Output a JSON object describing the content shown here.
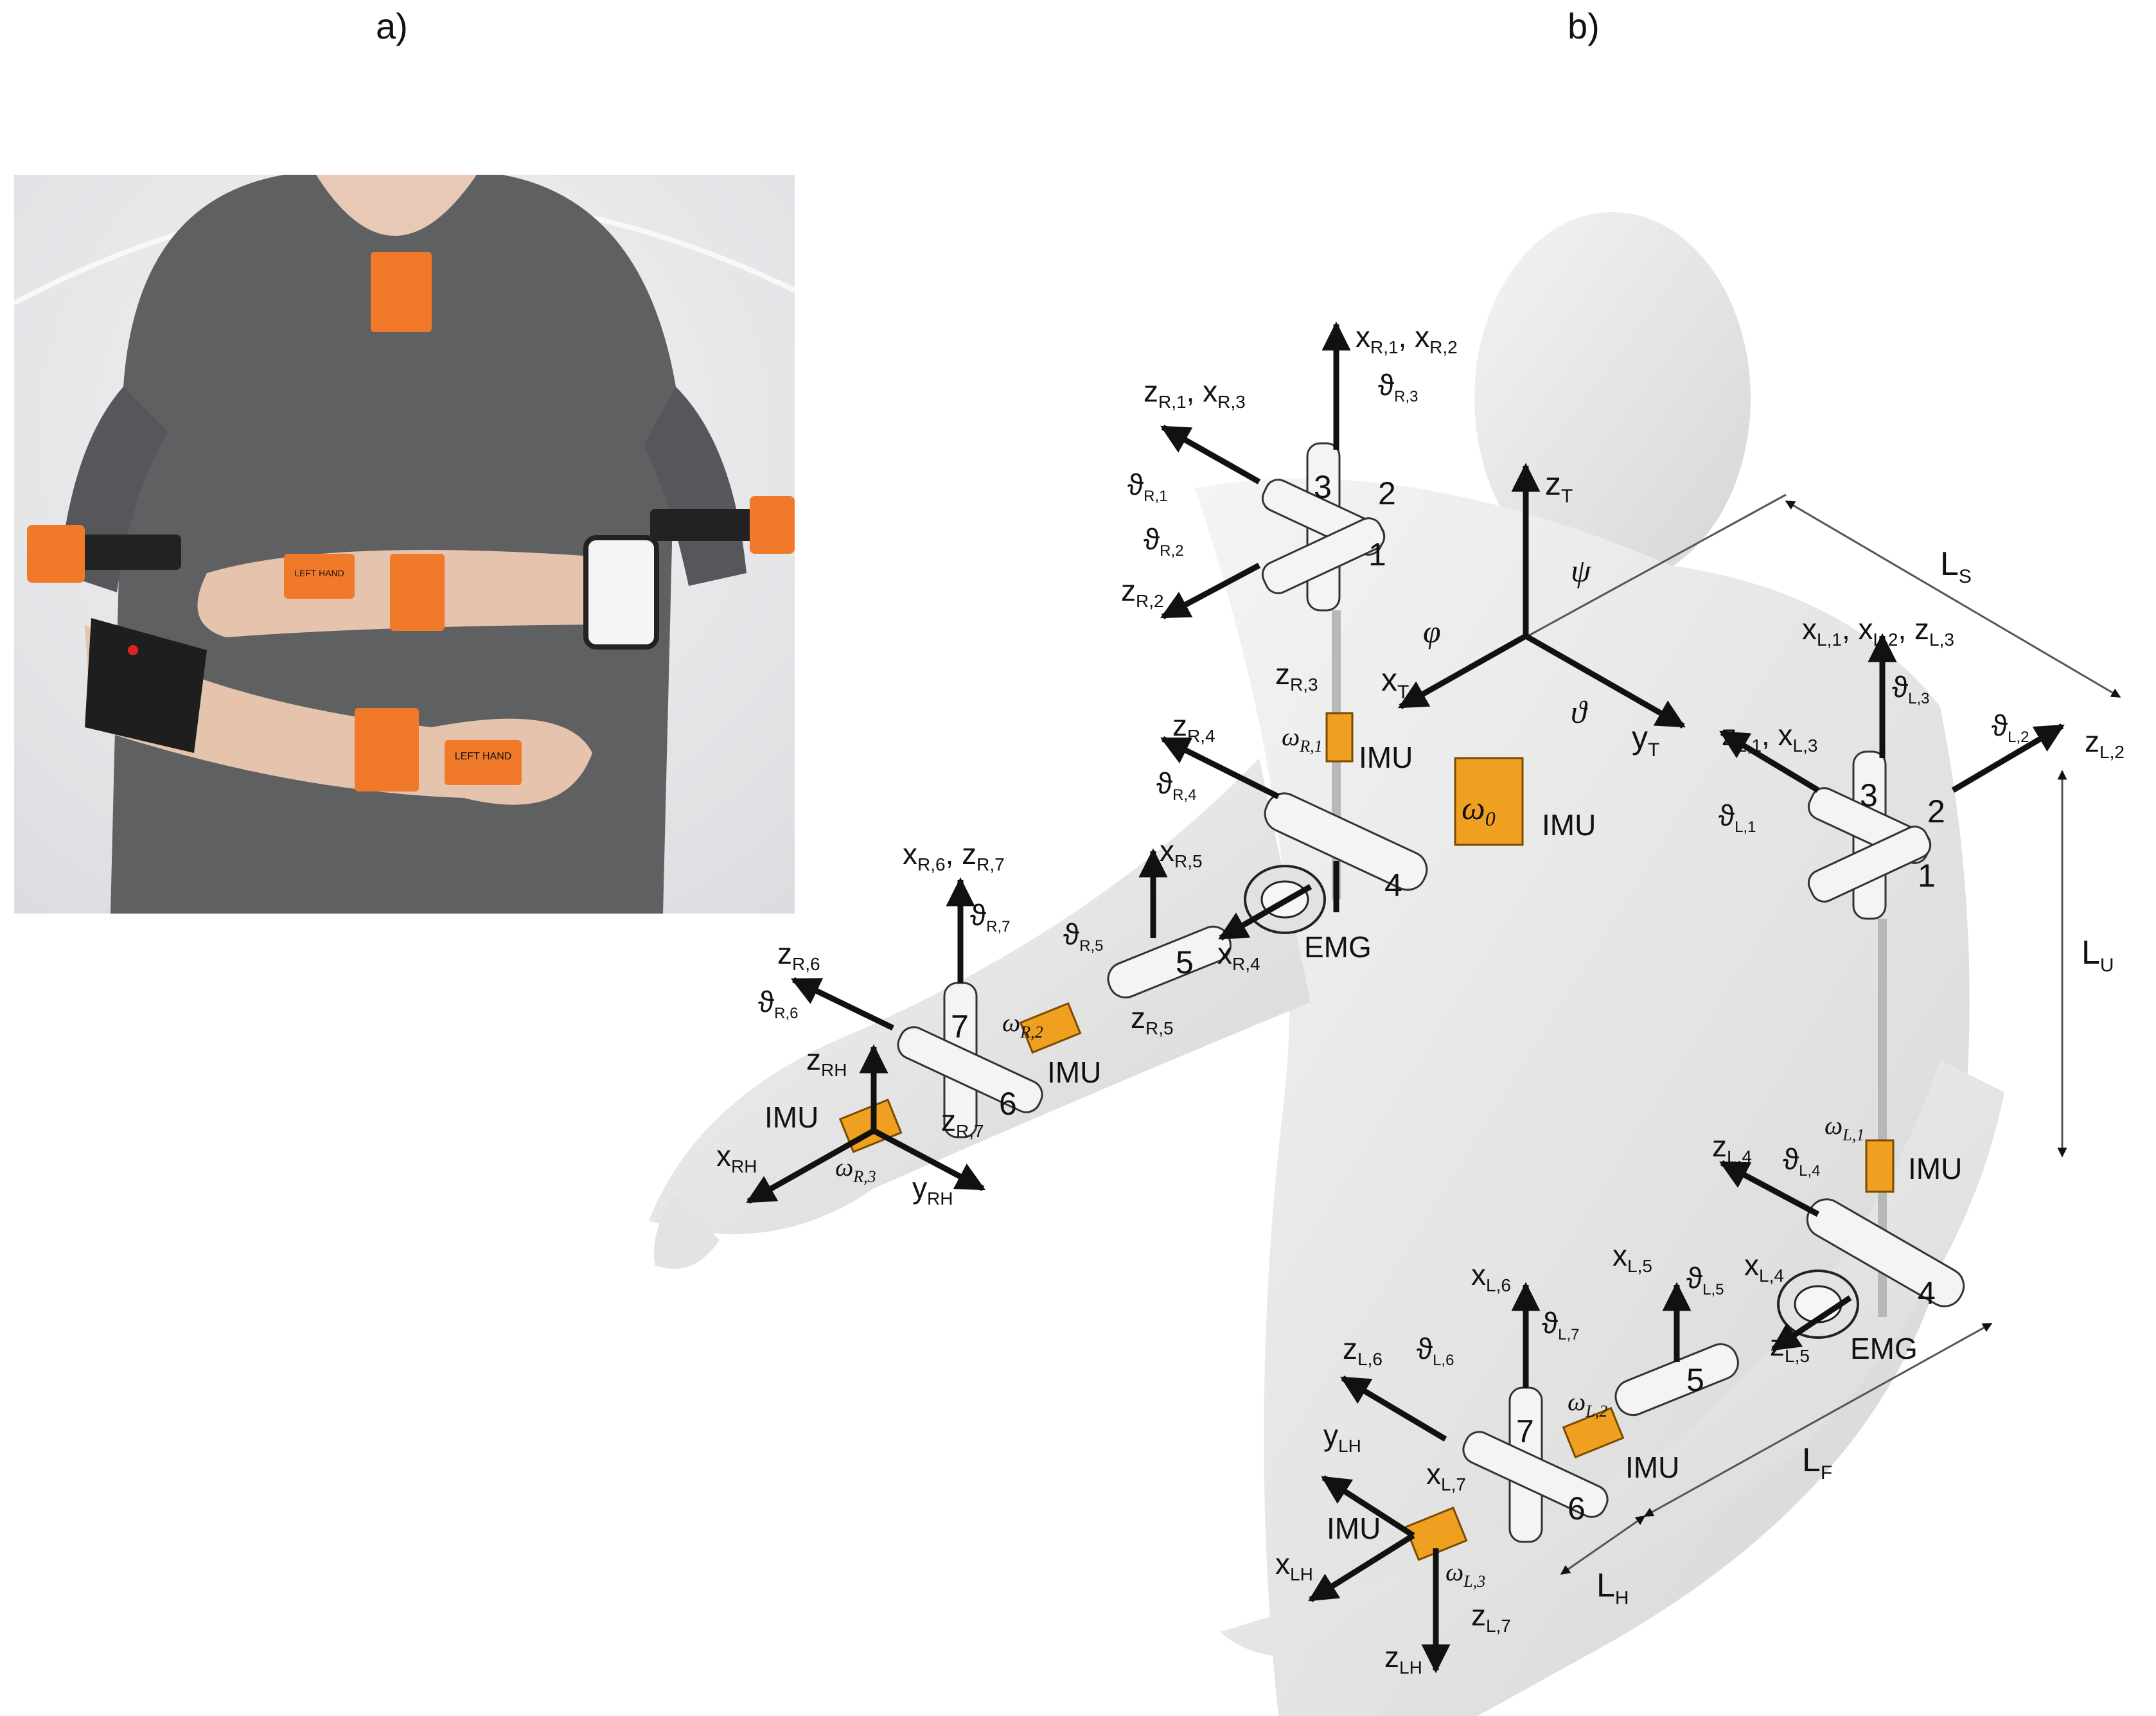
{
  "panels": {
    "a": "a)",
    "b": "b)"
  },
  "photo": {
    "band_labels": [
      "LEFT HAND",
      "LEFT HAND"
    ]
  },
  "diagram": {
    "joints": [
      "1",
      "2",
      "3",
      "1",
      "2",
      "3",
      "4",
      "5",
      "6",
      "7",
      "4",
      "5",
      "6",
      "7"
    ],
    "sensors": {
      "imu": "IMU",
      "emg": "EMG"
    },
    "omega": {
      "o": "ω",
      "o_sub": "0",
      "r1": "R,1",
      "r2": "R,2",
      "r3": "R,3",
      "l1": "L,1",
      "l2": "L,2",
      "l3": "L,3"
    },
    "trunk": {
      "z": "z",
      "z_sub": "T",
      "x": "x",
      "x_sub": "T",
      "y": "y",
      "y_sub": "T",
      "psi": "ψ",
      "phi": "φ",
      "theta": "ϑ"
    },
    "lengths": {
      "Ls": "L",
      "Ls_sub": "S",
      "Lu": "L",
      "Lu_sub": "U",
      "Lf": "L",
      "Lf_sub": "F",
      "Lh": "L",
      "Lh_sub": "H"
    },
    "right": {
      "x_r1_x_r2": [
        "x",
        "R,1",
        ", x",
        "R,2"
      ],
      "z_r1_x_r3": [
        "z",
        "R,1",
        ", x",
        "R,3"
      ],
      "th_r3": [
        "ϑ",
        "R,3"
      ],
      "th_r1": [
        "ϑ",
        "R,1"
      ],
      "th_r2": [
        "ϑ",
        "R,2"
      ],
      "z_r2": [
        "z",
        "R,2"
      ],
      "z_r3": [
        "z",
        "R,3"
      ],
      "z_r4": [
        "z",
        "R,4"
      ],
      "th_r4": [
        "ϑ",
        "R,4"
      ],
      "x_r5": [
        "x",
        "R,5"
      ],
      "x_r4": [
        "x",
        "R,4"
      ],
      "th_r5": [
        "ϑ",
        "R,5"
      ],
      "z_r5": [
        "z",
        "R,5"
      ],
      "x_r6_z_r7": [
        "x",
        "R,6",
        ", z",
        "R,7"
      ],
      "th_r7": [
        "ϑ",
        "R,7"
      ],
      "z_r6": [
        "z",
        "R,6"
      ],
      "th_r6": [
        "ϑ",
        "R,6"
      ],
      "z_rh": [
        "z",
        "RH"
      ],
      "z_r7": [
        "z",
        "R,7"
      ],
      "x_rh": [
        "x",
        "RH"
      ],
      "y_rh": [
        "y",
        "RH"
      ]
    },
    "left": {
      "x_l1_x_l2_z_l3": [
        "x",
        "L,1",
        ", x",
        "L,2",
        ", z",
        "L,3"
      ],
      "th_l3": [
        "ϑ",
        "L,3"
      ],
      "z_l1_x_l3": [
        "z",
        "L,1",
        ", x",
        "L,3"
      ],
      "th_l2": [
        "ϑ",
        "L,2"
      ],
      "z_l2": [
        "z",
        "L,2"
      ],
      "th_l1": [
        "ϑ",
        "L,1"
      ],
      "z_l4": [
        "z",
        "L,4"
      ],
      "th_l4": [
        "ϑ",
        "L,4"
      ],
      "x_l5": [
        "x",
        "L,5"
      ],
      "th_l5": [
        "ϑ",
        "L,5"
      ],
      "x_l4": [
        "x",
        "L,4"
      ],
      "z_l5": [
        "z",
        "L,5"
      ],
      "x_l6": [
        "x",
        "L,6"
      ],
      "th_l7": [
        "ϑ",
        "L,7"
      ],
      "z_l6": [
        "z",
        "L,6"
      ],
      "th_l6": [
        "ϑ",
        "L,6"
      ],
      "y_lh": [
        "y",
        "LH"
      ],
      "x_l7": [
        "x",
        "L,7"
      ],
      "x_lh": [
        "x",
        "LH"
      ],
      "z_l7": [
        "z",
        "L,7"
      ],
      "z_lh": [
        "z",
        "LH"
      ]
    }
  },
  "colors": {
    "sensor": "#f0a020",
    "sensor_dark": "#b06a00",
    "body": "#eeeeee",
    "body_shade": "#cfcfcf",
    "shirt": "#5f6062",
    "band_orange": "#f07a2a"
  }
}
